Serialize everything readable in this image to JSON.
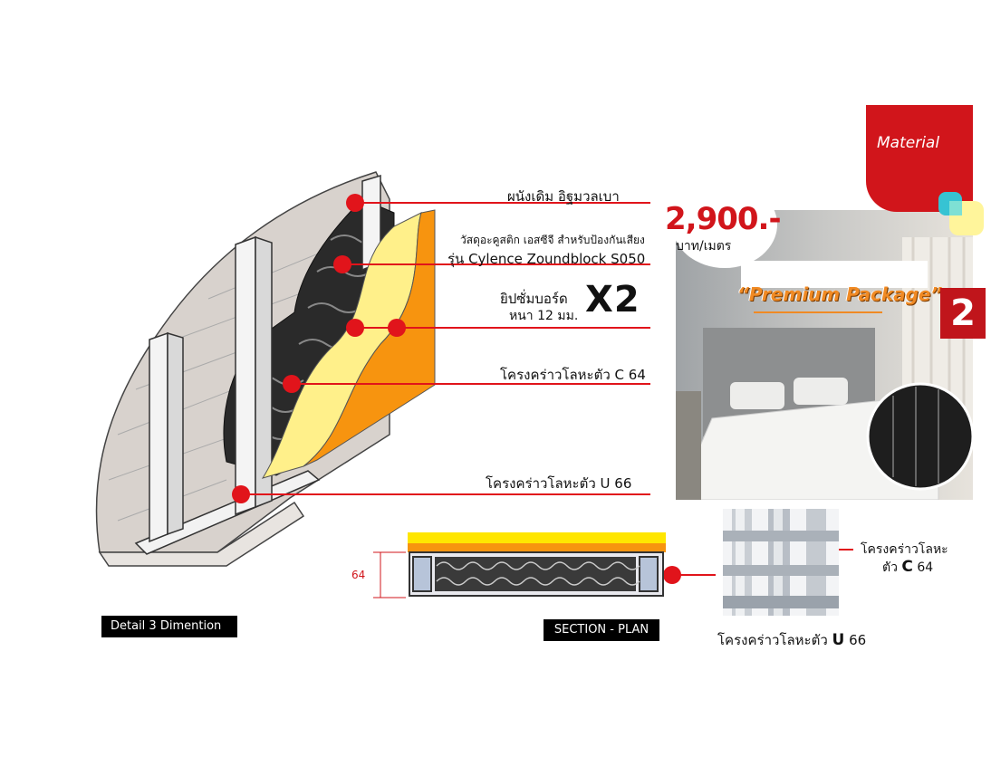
{
  "labels": {
    "existing_wall": "ผนังเดิม อิฐมวลเบา",
    "acoustic_line1": "วัสดุอะคูสติก เอสซีจี สำหรับป้องกันเสียง",
    "acoustic_line2": "รุ่น Cylence Zoundblock S050",
    "gypsum_line1": "ยิปซั่มบอร์ด",
    "gypsum_line2": "หนา 12 มม.",
    "multiplier": "X2",
    "c_stud": "โครงคร่าวโลหะตัว C 64",
    "u_track": "โครงคร่าวโลหะตัว U 66"
  },
  "badges": {
    "detail": "Detail  3 Dimention",
    "section": "SECTION - PLAN"
  },
  "section": {
    "dimension": "64"
  },
  "product": {
    "material_tag": "Material",
    "price": "2,900.-",
    "unit": "บาท/เมตร",
    "package_name": "“Premium Package”",
    "package_number": "2"
  },
  "frame_photo": {
    "c_label_line1": "โครงคร่าวโลหะ",
    "c_label_line2_prefix": "ตัว ",
    "c_letter": "C",
    "c_size": " 64",
    "u_label_prefix": "โครงคร่าวโลหะตัว ",
    "u_letter": "U",
    "u_size": " 66"
  },
  "colors": {
    "accent_red": "#d1151b",
    "gypsum_orange": "#f7940f",
    "gypsum_yellow": "#fff08a",
    "wall_grey": "#d7d1cc"
  }
}
